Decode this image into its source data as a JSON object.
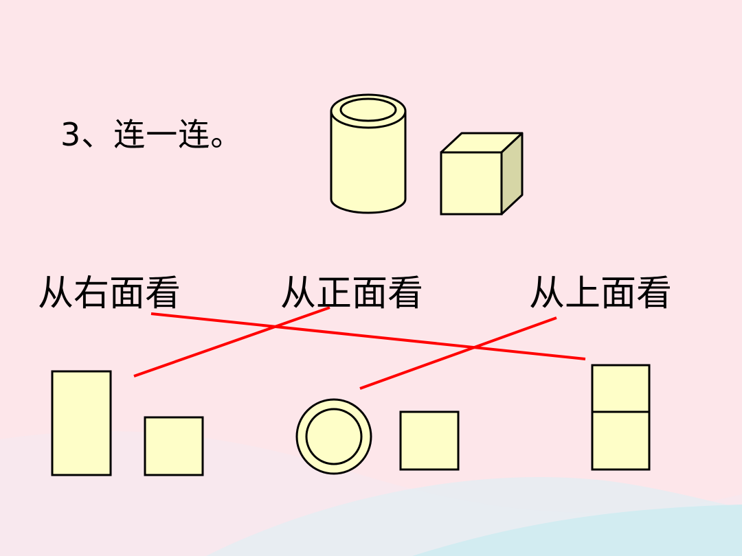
{
  "slide": {
    "title": "3、连一连。",
    "labels": {
      "right": "从右面看",
      "front": "从正面看",
      "top": "从上面看"
    }
  },
  "colors": {
    "background": "#fde6ea",
    "shape_fill": "#fefec8",
    "cube_side": "#d6d6a6",
    "outline": "#000000",
    "connector": "#ff0000",
    "wave": "#d6eef2"
  },
  "icons": [
    "cylinder-icon",
    "cube-icon",
    "tall-rectangle-icon",
    "small-square-icon",
    "ring-circle-icon",
    "square-icon",
    "stacked-squares-icon"
  ]
}
